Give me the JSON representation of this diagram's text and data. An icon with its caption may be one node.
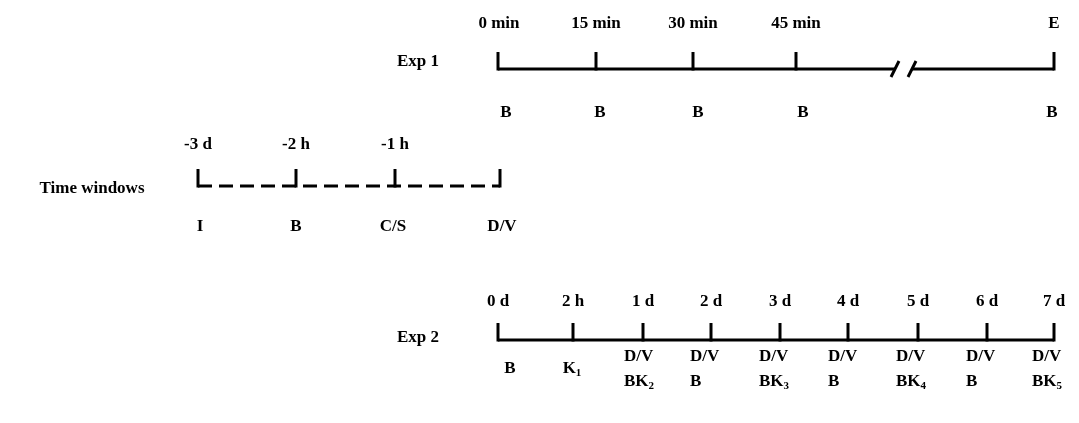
{
  "diagram": {
    "labels": [
      "0 min",
      "15 min",
      "30 min",
      "45 min",
      "E",
      "Exp 1",
      "B",
      "B",
      "B",
      "B",
      "B",
      "-3 d",
      "-2 h",
      "-1 h",
      "Time windows",
      "I",
      "B",
      "C/S",
      "D/V",
      "0 d",
      "2 h",
      "1 d",
      "2 d",
      "3 d",
      "4 d",
      "5 d",
      "6 d",
      "7 d",
      "Exp 2",
      "B",
      "K$_{1}$",
      "D/V",
      "D/V",
      "D/V",
      "D/V",
      "D/V",
      "D/V",
      "D/V",
      "BK$_{2}$",
      "B",
      "BK$_{3}$",
      "B",
      "BK$_{4}$",
      "B",
      "BK$_{5}$"
    ]
  }
}
